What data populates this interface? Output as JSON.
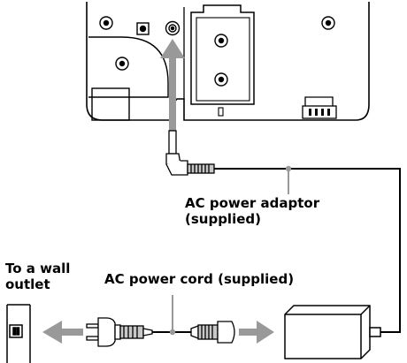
{
  "colors": {
    "line": "#000000",
    "arrow": "#999999",
    "shade": "#c8c8c8",
    "background": "#ffffff"
  },
  "labels": {
    "adaptor_line1": "AC power adaptor",
    "adaptor_line2": "(supplied)",
    "outlet_line1": "To a wall",
    "outlet_line2": "outlet",
    "cord": "AC power cord (supplied)"
  }
}
